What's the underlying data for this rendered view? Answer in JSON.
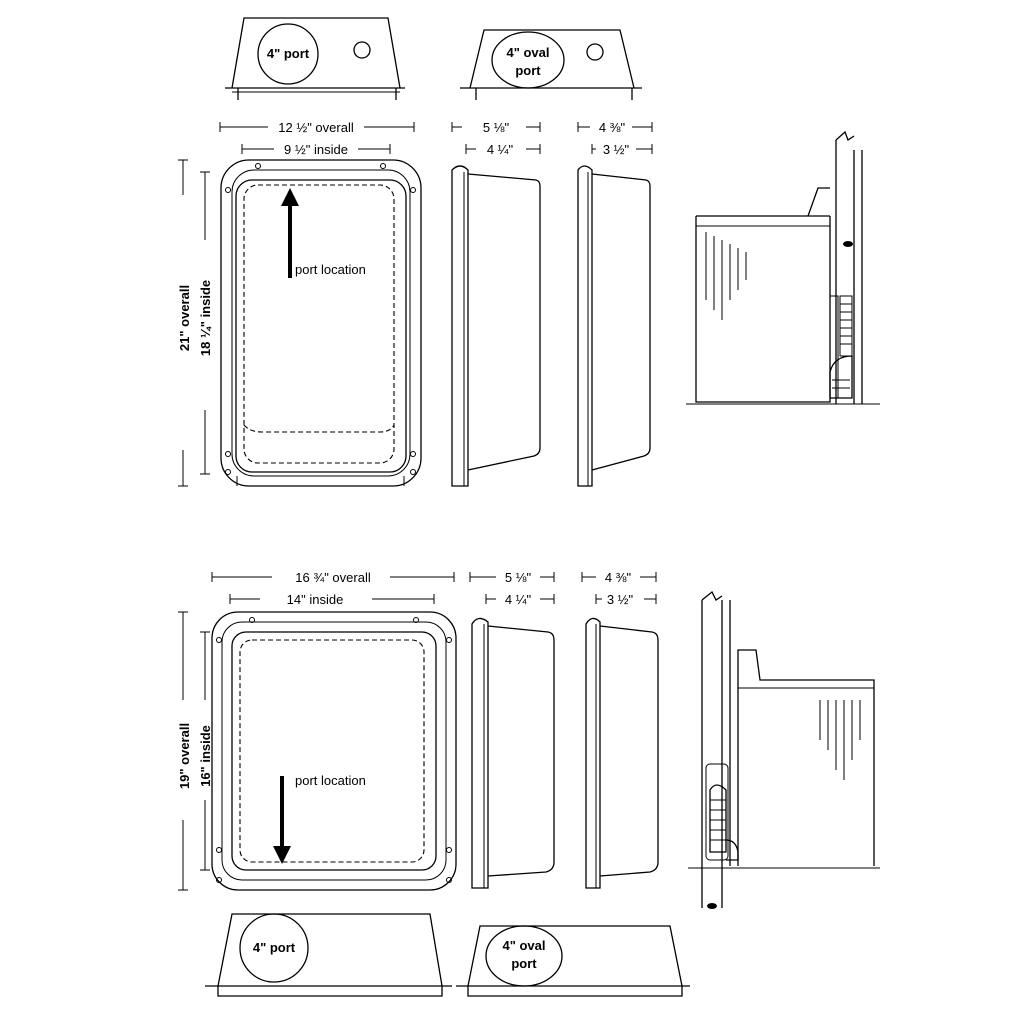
{
  "top": {
    "front_port_label": "4\" port",
    "oval_port_label_line1": "4\" oval",
    "oval_port_label_line2": "port",
    "width_overall": "12 ½\" overall",
    "width_inside": "9 ½\" inside",
    "height_overall": "21\" overall",
    "height_inside": "18 ¼\" inside",
    "side1_depth_overall": "5 ⅛\"",
    "side1_depth_inside": "4 ¼\"",
    "side2_depth_overall": "4 ⅜\"",
    "side2_depth_inside": "3 ½\"",
    "port_location_label": "port location"
  },
  "bottom": {
    "front_port_label": "4\" port",
    "oval_port_label_line1": "4\" oval",
    "oval_port_label_line2": "port",
    "width_overall": "16 ¾\" overall",
    "width_inside": "14\" inside",
    "height_overall": "19\" overall",
    "height_inside": "16\" inside",
    "side1_depth_overall": "5 ⅛\"",
    "side1_depth_inside": "4 ¼\"",
    "side2_depth_overall": "4 ⅜\"",
    "side2_depth_inside": "3 ½\"",
    "port_location_label": "port location"
  },
  "icons": [
    "arrow-up-icon",
    "arrow-down-icon",
    "washer-icon",
    "dryer-vent-hose-icon"
  ]
}
